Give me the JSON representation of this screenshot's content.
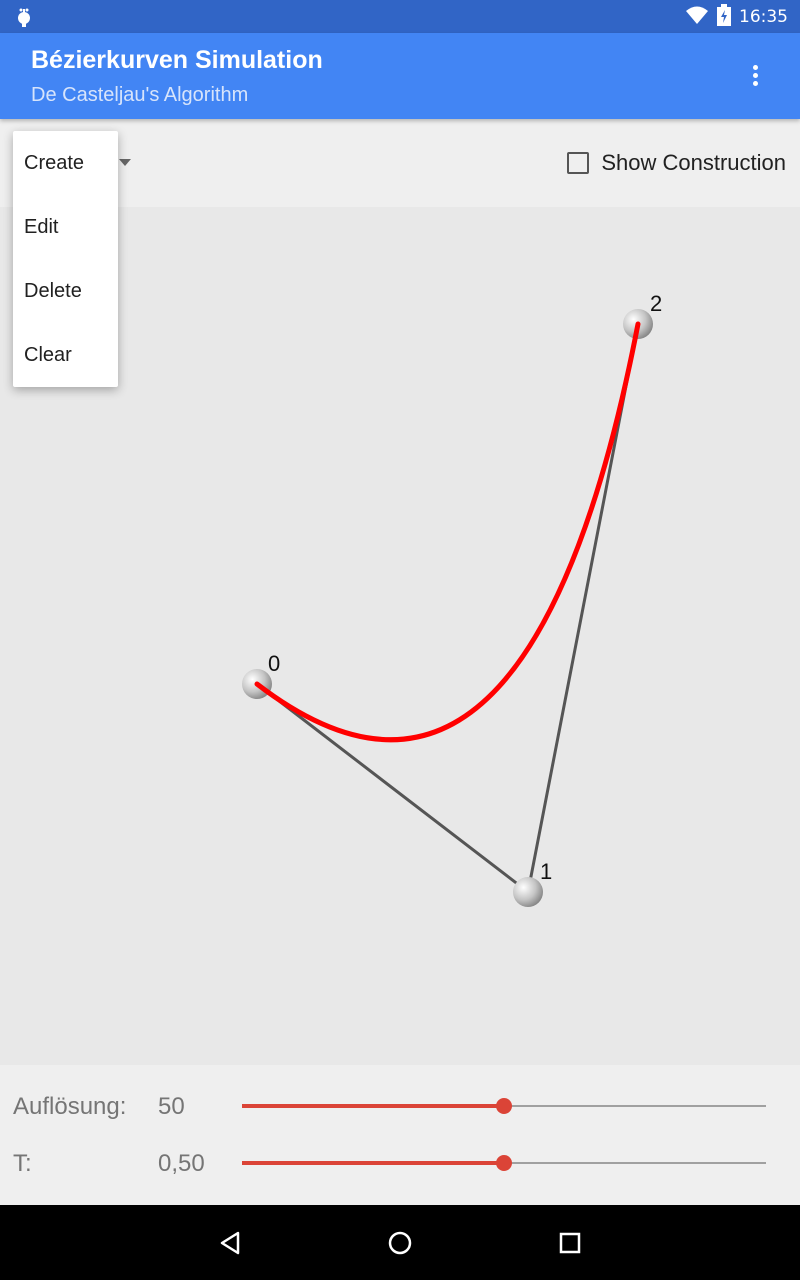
{
  "status_bar": {
    "time": "16:35",
    "icons": [
      "android-debug-icon",
      "wifi-icon",
      "battery-charging-icon"
    ]
  },
  "app_bar": {
    "title": "Bézierkurven Simulation",
    "subtitle": "De Casteljau's Algorithm",
    "menu_icon": "more-vert-icon"
  },
  "toolbar": {
    "show_construction_label": "Show Construction",
    "show_construction_checked": false
  },
  "popup_menu": {
    "items": [
      "Create",
      "Edit",
      "Delete",
      "Clear"
    ]
  },
  "control_points": [
    {
      "label": "0"
    },
    {
      "label": "1"
    },
    {
      "label": "2"
    }
  ],
  "controls": {
    "resolution_label": "Auflösung:",
    "resolution_value": "50",
    "resolution_fraction": 0.5,
    "t_label": "T:",
    "t_value": "0,50",
    "t_fraction": 0.5
  },
  "colors": {
    "status_bar": "#3165c6",
    "app_bar": "#4285f4",
    "curve": "#ff0000",
    "polygon": "#555555",
    "slider_accent": "#db4437"
  },
  "nav_bar": {
    "icons": [
      "back-icon",
      "home-icon",
      "recents-icon"
    ]
  }
}
